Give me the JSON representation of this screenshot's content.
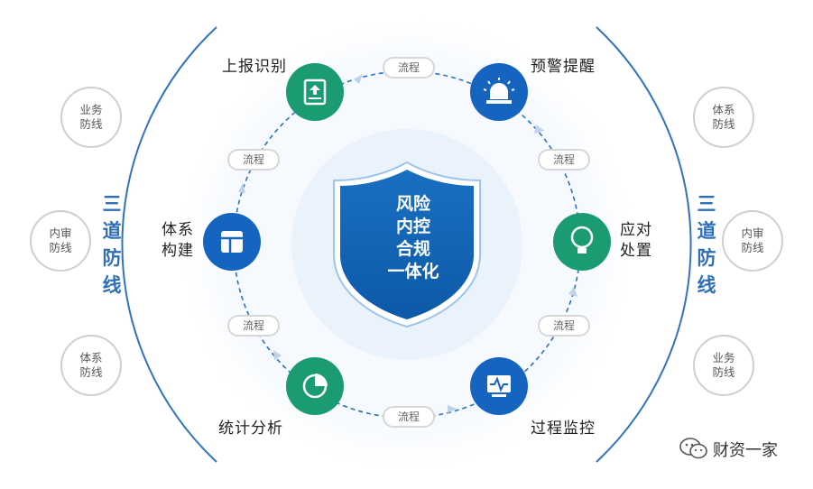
{
  "center": {
    "lines": [
      "风险",
      "内控",
      "合规",
      "一体化"
    ]
  },
  "nodes": {
    "top_left": {
      "label": "上报识别",
      "color": "#1a9b72"
    },
    "top_right": {
      "label": "预警提醒",
      "color": "#1565c0"
    },
    "right": {
      "label": "应对处置",
      "color": "#1a9b72"
    },
    "bottom_right": {
      "label": "过程监控",
      "color": "#1565c0"
    },
    "bottom_left": {
      "label": "统计分析",
      "color": "#1a9b72"
    },
    "left": {
      "label": "体系构建",
      "color": "#1565c0"
    }
  },
  "flow_label": "流程",
  "defense": {
    "left": "三道防线",
    "right": "三道防线"
  },
  "outer_left": [
    "业务防线",
    "内审防线",
    "体系防线"
  ],
  "outer_right": [
    "体系防线",
    "内审防线",
    "业务防线"
  ],
  "brand": "财资一家"
}
